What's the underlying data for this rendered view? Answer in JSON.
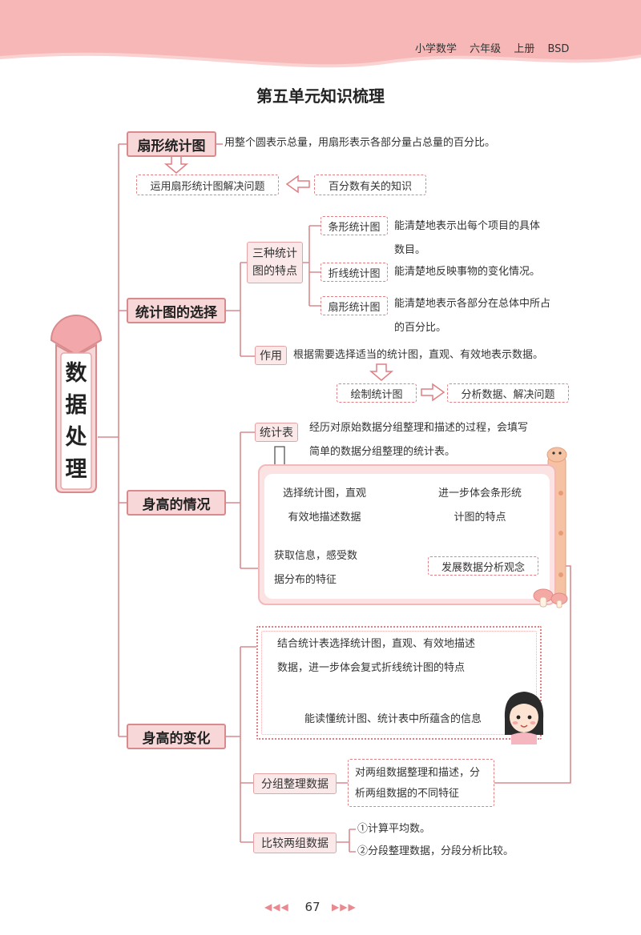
{
  "header": {
    "book": "小学数学",
    "grade": "六年级",
    "volume": "上册",
    "edition": "BSD"
  },
  "page_title": "第五单元知识梳理",
  "root": {
    "chars": [
      "数",
      "据",
      "处",
      "理"
    ]
  },
  "pie_section": {
    "label": "扇形统计图",
    "description": "用整个圆表示总量，用扇形表示各部分量占总量的百分比。",
    "apply_box": "运用扇形统计图解决问题",
    "percent_box": "百分数有关的知识"
  },
  "choose_section": {
    "label": "统计图的选择",
    "features": {
      "label_line1": "三种统计",
      "label_line2": "图的特点",
      "items": [
        {
          "name": "条形统计图",
          "text_line1": "能清楚地表示出每个项目的具体",
          "text_line2": "数目。"
        },
        {
          "name": "折线统计图",
          "text_line1": "能清楚地反映事物的变化情况。",
          "text_line2": ""
        },
        {
          "name": "扇形统计图",
          "text_line1": "能清楚地表示各部分在总体中所占",
          "text_line2": "的百分比。"
        }
      ]
    },
    "usage": {
      "label": "作用",
      "text": "根据需要选择适当的统计图，直观、有效地表示数据。",
      "draw_box": "绘制统计图",
      "analyze_box": "分析数据、解决问题"
    }
  },
  "height_section": {
    "label": "身高的情况",
    "table": {
      "label": "统计表",
      "text_line1": "经历对原始数据分组整理和描述的过程，会填写",
      "text_line2": "简单的数据分组整理的统计表。"
    },
    "panel": {
      "step1_line1": "选择统计图，直观",
      "step1_line2": "有效地描述数据",
      "step1_result_line1": "进一步体会条形统",
      "step1_result_line2": "计图的特点",
      "step2_line1": "获取信息，感受数",
      "step2_line2": "据分布的特征",
      "step2_result": "发展数据分析观念"
    }
  },
  "change_section": {
    "label": "身高的变化",
    "panel": {
      "text_line1": "结合统计表选择统计图，直观、有效地描述",
      "text_line2": "数据，进一步体会复式折线统计图的特点",
      "result": "能读懂统计图、统计表中所蕴含的信息"
    },
    "group": {
      "label": "分组整理数据",
      "text_line1": "对两组数据整理和描述，分",
      "text_line2": "析两组数据的不同特征"
    },
    "compare": {
      "label": "比较两组数据",
      "item1": "①计算平均数。",
      "item2": "②分段整理数据，分段分析比较。"
    }
  },
  "footer": {
    "page_number": "67"
  },
  "colors": {
    "accent": "#d98a8d",
    "box_fill": "#f8d7d8",
    "dashed": "#e07f84",
    "panel_fill": "#fbe3e4",
    "header_band": "#f4b3b3"
  }
}
